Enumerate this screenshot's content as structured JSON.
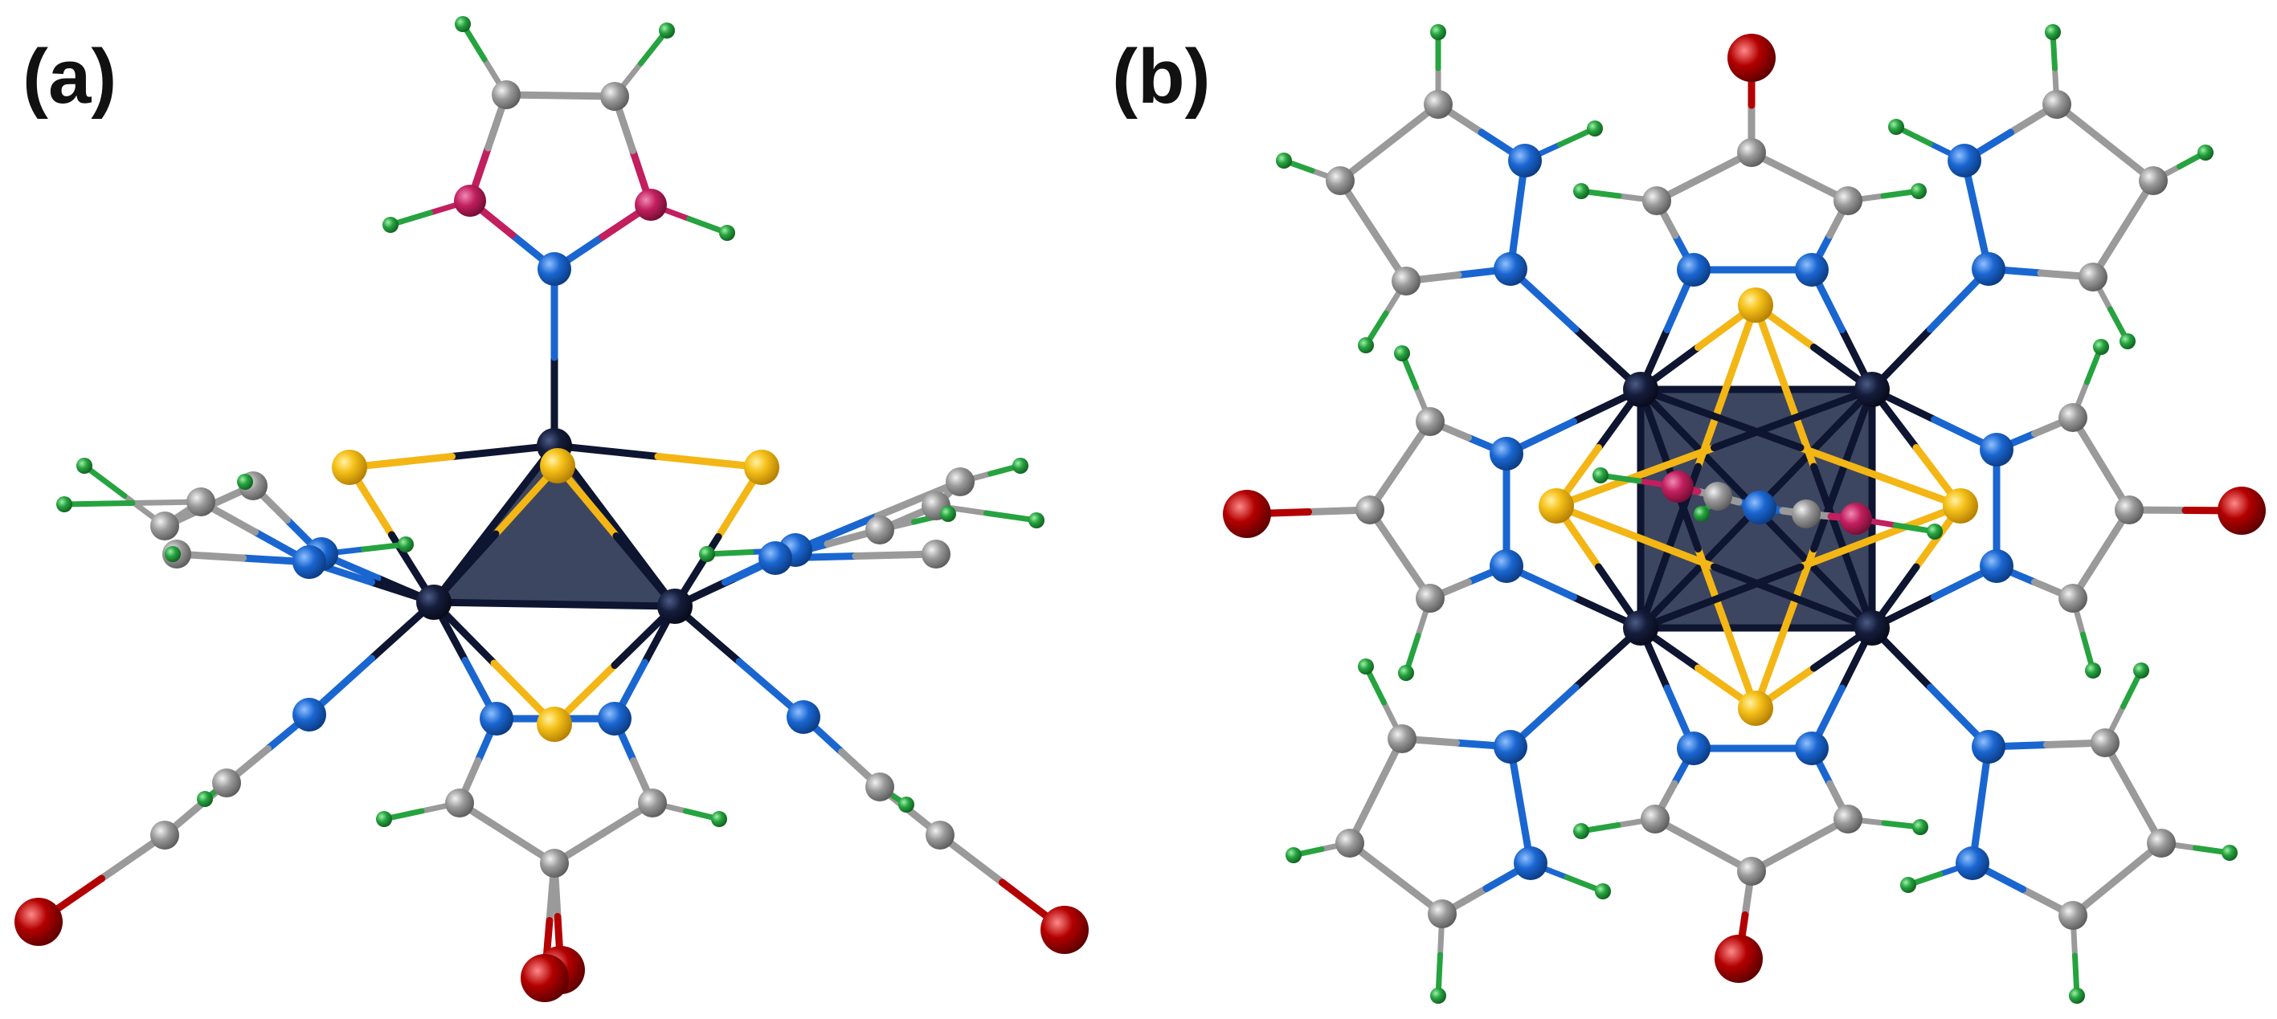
{
  "panels": [
    {
      "label": "(a)"
    },
    {
      "label": "(b)"
    }
  ],
  "colors": {
    "metal": "#0f1733",
    "sulfur": "#f3b614",
    "nitrogen": "#1a66d1",
    "boron": "#c21f5e",
    "carbon": "#8f8f8f",
    "hydrogen": "#26a33f",
    "bromine": "#b30000",
    "polyhedron_fill": "#2c3654",
    "bond_dark": "#0e1530"
  },
  "icons": {
    "panel_a": "tetrahedral-cluster-side-view",
    "panel_b": "tetrahedral-cluster-top-view"
  }
}
